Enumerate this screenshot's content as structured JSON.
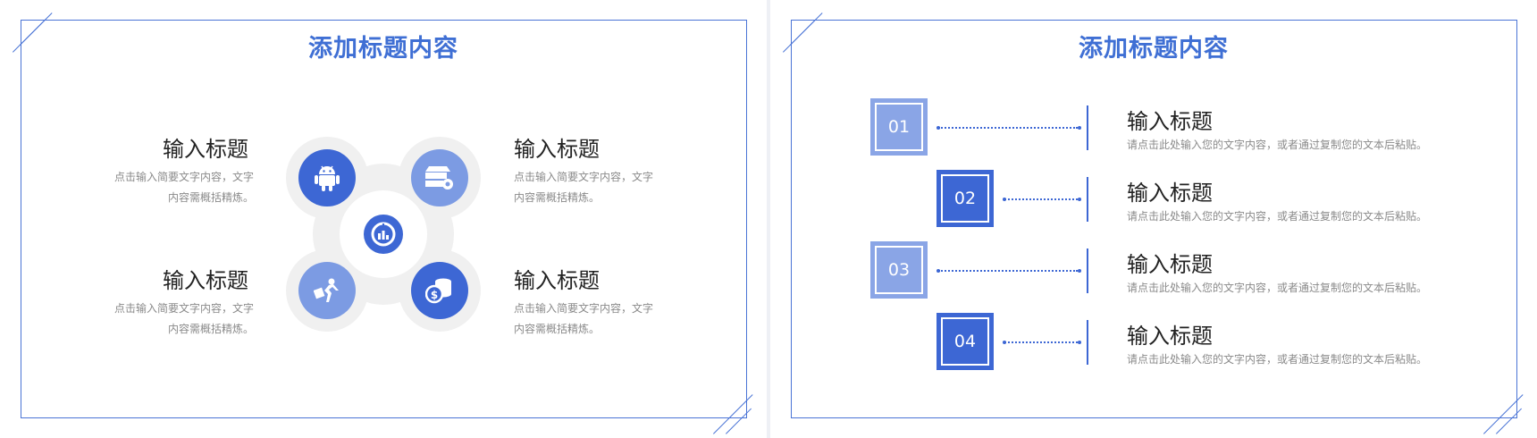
{
  "slides": [
    {
      "title": "添加标题内容",
      "items": [
        {
          "title": "输入标题",
          "desc1": "点击输入简要文字内容，文字",
          "desc2": "内容需概括精炼。"
        },
        {
          "title": "输入标题",
          "desc1": "点击输入简要文字内容，文字",
          "desc2": "内容需概括精炼。"
        },
        {
          "title": "输入标题",
          "desc1": "点击输入简要文字内容，文字",
          "desc2": "内容需概括精炼。"
        },
        {
          "title": "输入标题",
          "desc1": "点击输入简要文字内容，文字",
          "desc2": "内容需概括精炼。"
        }
      ],
      "icons": [
        "android-icon",
        "server-settings-icon",
        "person-running-icon",
        "coins-icon",
        "chart-icon"
      ]
    },
    {
      "title": "添加标题内容",
      "rows": [
        {
          "num": "01",
          "title": "输入标题",
          "desc": "请点击此处输入您的文字内容，或者通过复制您的文本后粘贴。"
        },
        {
          "num": "02",
          "title": "输入标题",
          "desc": "请点击此处输入您的文字内容，或者通过复制您的文本后粘贴。"
        },
        {
          "num": "03",
          "title": "输入标题",
          "desc": "请点击此处输入您的文字内容，或者通过复制您的文本后粘贴。"
        },
        {
          "num": "04",
          "title": "输入标题",
          "desc": "请点击此处输入您的文字内容，或者通过复制您的文本后粘贴。"
        }
      ]
    }
  ],
  "colors": {
    "accent": "#3d67d4",
    "accent_light": "#8aa5e6",
    "title": "#3f6fd4",
    "frame": "#4a74d6",
    "blob": "#f0f0f0"
  }
}
